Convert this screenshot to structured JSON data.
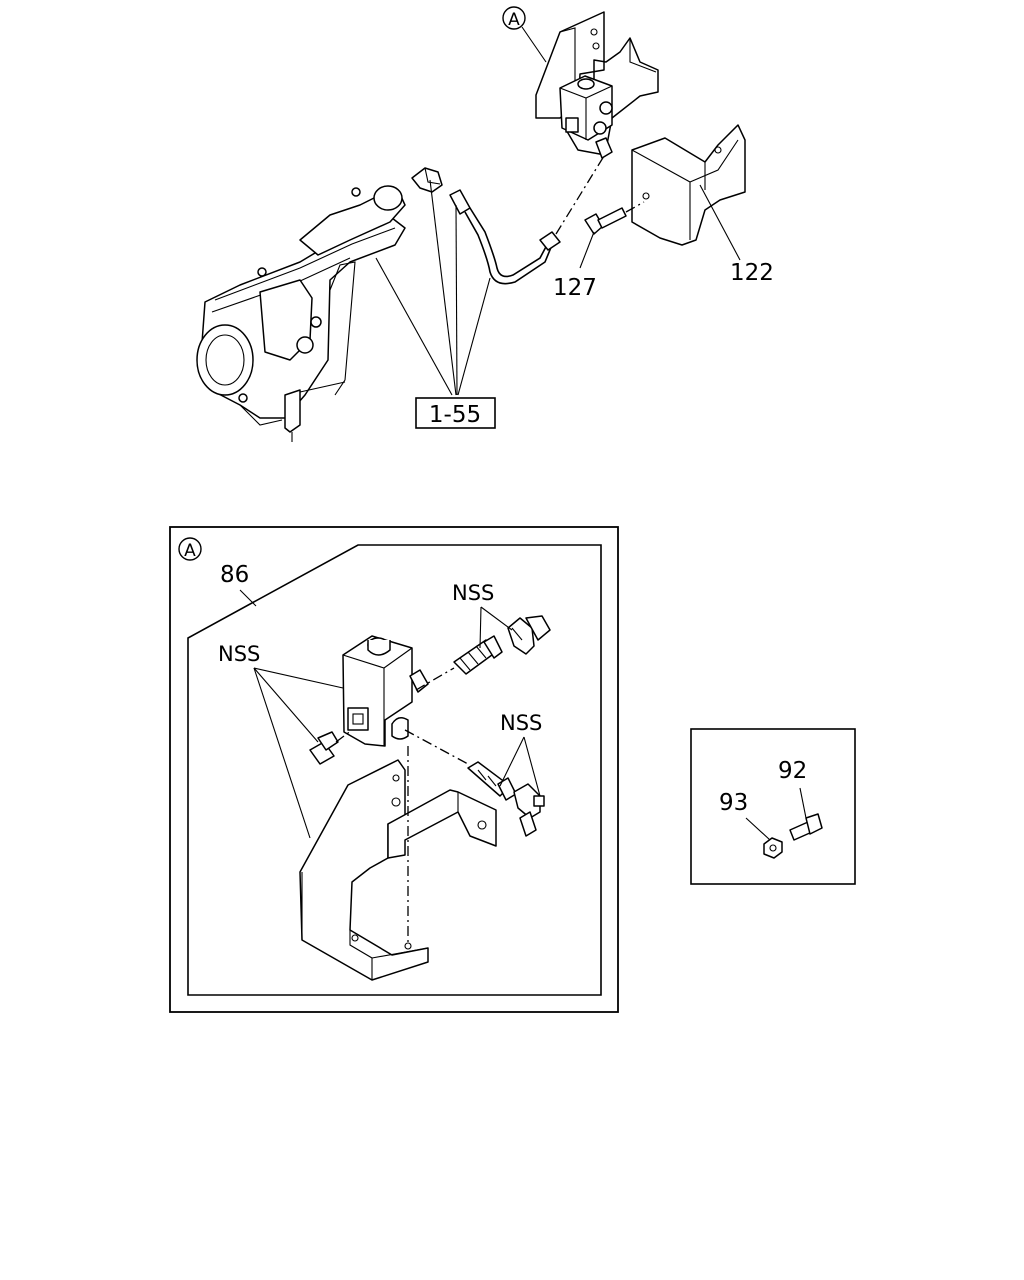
{
  "callouts": {
    "detail_marker": "A",
    "top_assembly_ref": "1-55",
    "bracket_cover": "122",
    "bolt": "127",
    "valve_assembly": "86",
    "nss_left": "NSS",
    "nss_upper_right": "NSS",
    "nss_lower_right": "NSS",
    "bolt_small": "92",
    "nut_small": "93"
  }
}
